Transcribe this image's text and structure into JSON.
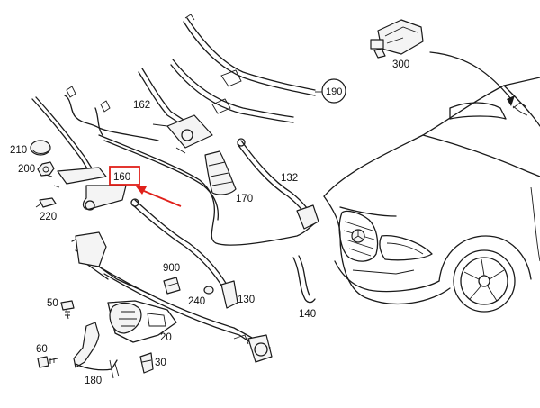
{
  "parts": [
    {
      "id": "p300",
      "label": "300"
    },
    {
      "id": "p190",
      "label": "190"
    },
    {
      "id": "p162",
      "label": "162"
    },
    {
      "id": "p210",
      "label": "210"
    },
    {
      "id": "p200",
      "label": "200"
    },
    {
      "id": "p160",
      "label": "160"
    },
    {
      "id": "p132",
      "label": "132"
    },
    {
      "id": "p170",
      "label": "170"
    },
    {
      "id": "p220",
      "label": "220"
    },
    {
      "id": "p900",
      "label": "900"
    },
    {
      "id": "p50",
      "label": "50"
    },
    {
      "id": "p240",
      "label": "240"
    },
    {
      "id": "p130",
      "label": "130"
    },
    {
      "id": "p140",
      "label": "140"
    },
    {
      "id": "p20",
      "label": "20"
    },
    {
      "id": "p60",
      "label": "60"
    },
    {
      "id": "p30",
      "label": "30"
    },
    {
      "id": "p180",
      "label": "180"
    }
  ],
  "highlight": {
    "part": "160",
    "color": "#e0201a"
  },
  "colors": {
    "line": "#1a1a1a",
    "background": "#ffffff"
  }
}
